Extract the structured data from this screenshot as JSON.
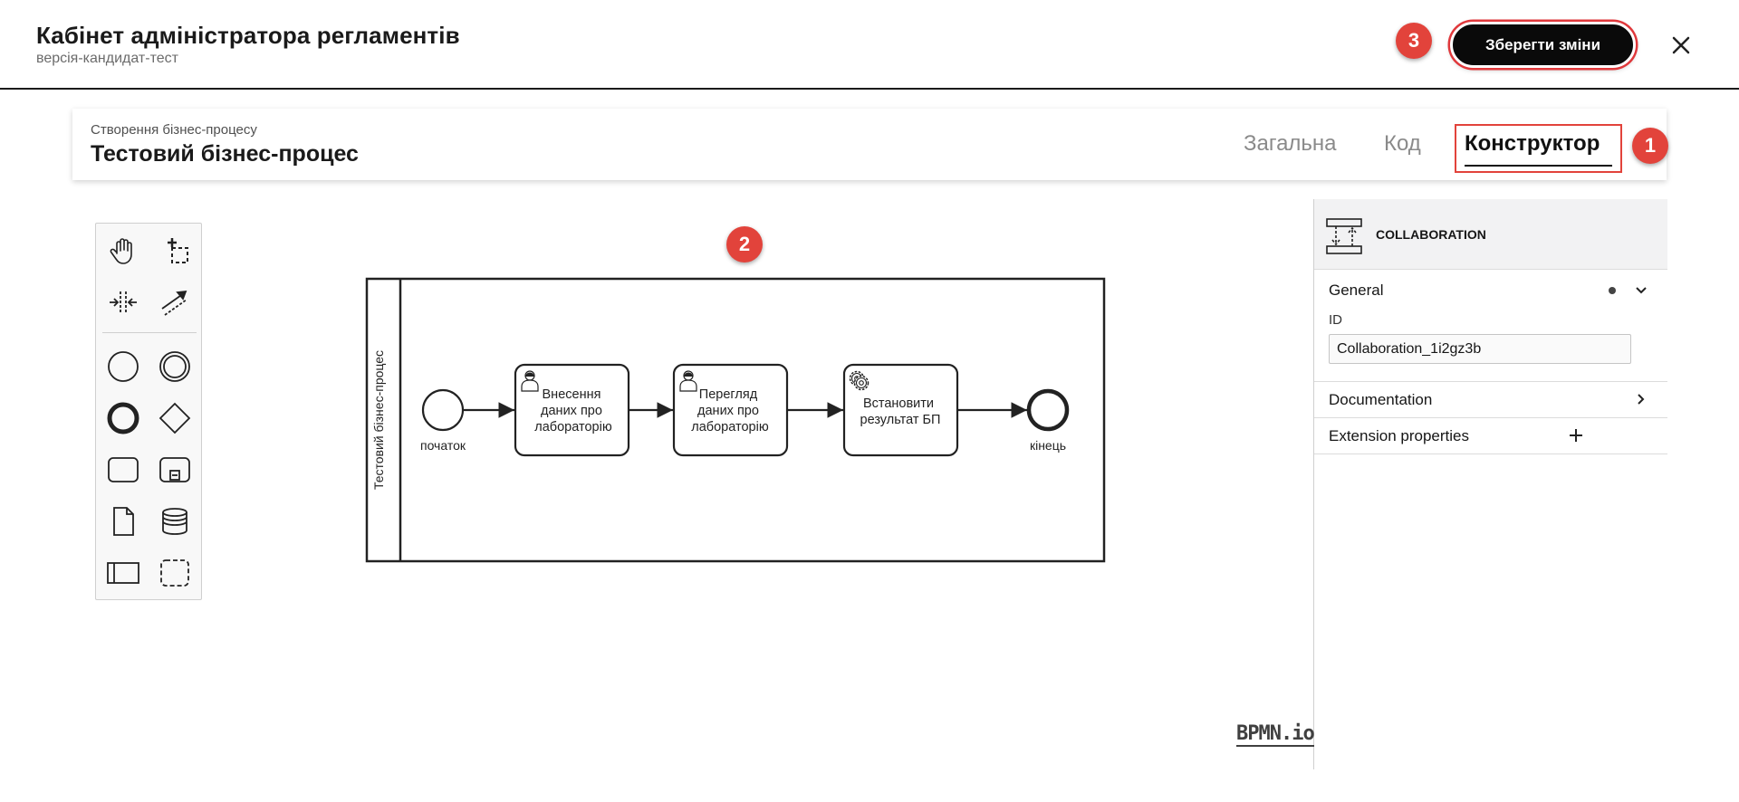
{
  "header": {
    "title": "Кабінет адміністратора регламентів",
    "subtitle": "версія-кандидат-тест",
    "save_label": "Зберегти зміни",
    "close_icon": "close-icon"
  },
  "callouts": {
    "tabs": "1",
    "canvas": "2",
    "save": "3"
  },
  "process": {
    "caption": "Створення бізнес-процесу",
    "name": "Тестовий бізнес-процес",
    "tabs": [
      {
        "label": "Загальна",
        "active": false
      },
      {
        "label": "Код",
        "active": false
      },
      {
        "label": "Конструктор",
        "active": true
      }
    ]
  },
  "palette": {
    "tools": [
      "hand-tool-icon",
      "lasso-tool-icon",
      "space-tool-icon",
      "global-connect-tool-icon",
      "start-event-icon",
      "intermediate-event-icon",
      "end-event-icon",
      "gateway-icon",
      "task-icon",
      "subprocess-icon",
      "data-object-icon",
      "data-store-icon",
      "participant-icon",
      "group-icon"
    ]
  },
  "diagram": {
    "pool_label": "Тестовий бізнес-процес",
    "start_label": "початок",
    "end_label": "кінець",
    "tasks": [
      {
        "lines": [
          "Внесення",
          "даних про",
          "лабораторію"
        ],
        "type": "user-task"
      },
      {
        "lines": [
          "Перегляд",
          "даних про",
          "лабораторію"
        ],
        "type": "user-task"
      },
      {
        "lines": [
          "Встановити",
          "результат БП"
        ],
        "type": "service-task"
      }
    ]
  },
  "properties": {
    "element_type": "COLLABORATION",
    "groups": {
      "general": "General",
      "id_label": "ID",
      "id_value": "Collaboration_1i2gz3b",
      "documentation": "Documentation",
      "extension": "Extension properties"
    }
  },
  "watermark": "BPMN.io",
  "colors": {
    "accent_red": "#e2433b",
    "button_black": "#0a0a0a"
  }
}
